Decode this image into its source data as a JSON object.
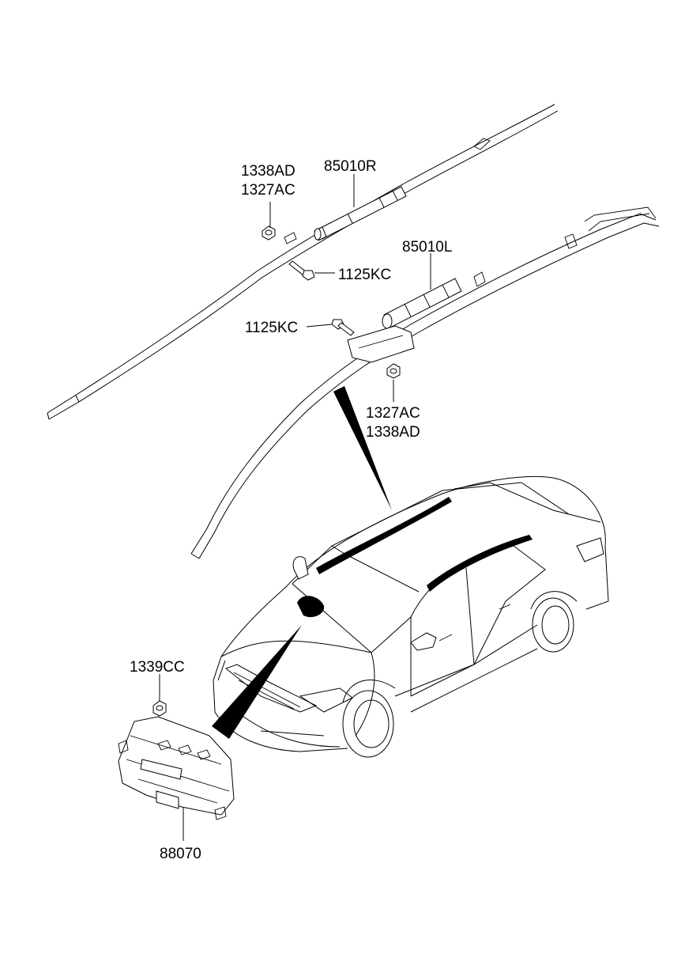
{
  "diagram": {
    "parts": {
      "label_1338AD_top": "1338AD",
      "label_1327AC_top": "1327AC",
      "label_85010R": "85010R",
      "label_1125KC_right": "1125KC",
      "label_85010L": "85010L",
      "label_1125KC_left": "1125KC",
      "label_1327AC_bottom": "1327AC",
      "label_1338AD_bottom": "1338AD",
      "label_1339CC": "1339CC",
      "label_88070": "88070"
    }
  }
}
